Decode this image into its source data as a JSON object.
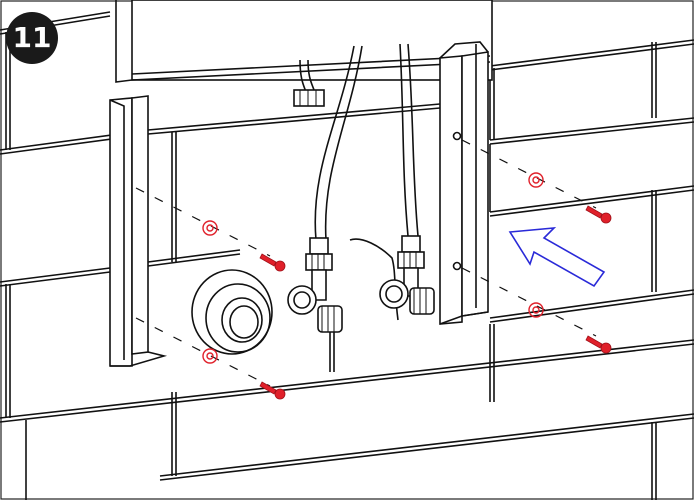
{
  "step": {
    "number": "11"
  },
  "icons": {
    "arrow": "blue-direction-arrow",
    "dowels": "red-wall-plug",
    "screws": "red-screw",
    "valves": "angle-valve",
    "hoses": "flexible-hose",
    "flange": "pipe-collar"
  },
  "colors": {
    "line": "#111111",
    "fastener": "#e0202a",
    "arrow": "#2a2ad8",
    "badge": "#1a1a1a"
  }
}
